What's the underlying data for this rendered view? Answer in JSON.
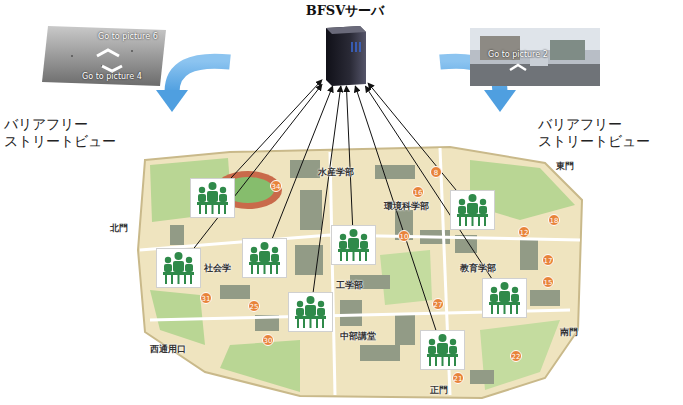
{
  "diagram": {
    "nodes": [
      {
        "text": [
          "BFSVサーバ"
        ]
      },
      {
        "text": [
          "Go to picture 6",
          "Go to picture 4"
        ]
      },
      {
        "text": [
          "Go to picture 2"
        ]
      },
      {
        "text": []
      },
      {
        "text": []
      },
      {
        "text": []
      },
      {
        "text": []
      },
      {
        "text": []
      },
      {
        "text": []
      },
      {
        "text": []
      },
      {
        "text": []
      }
    ],
    "edges": [
      {
        "from": 3,
        "to": 0,
        "arrow": "to"
      },
      {
        "from": 4,
        "to": 0,
        "arrow": "to"
      },
      {
        "from": 5,
        "to": 0,
        "arrow": "to"
      },
      {
        "from": 6,
        "to": 0,
        "arrow": "to"
      },
      {
        "from": 7,
        "to": 0,
        "arrow": "to"
      },
      {
        "from": 8,
        "to": 0,
        "arrow": "to"
      },
      {
        "from": 9,
        "to": 0,
        "arrow": "to"
      },
      {
        "from": 10,
        "to": 0,
        "arrow": "to"
      }
    ],
    "labels": [
      "バリアフリー ストリートビュー",
      "バリアフリー ストリートビュー",
      "北門",
      "水産学部",
      "東門",
      "環境科学部",
      "社会学",
      "教育学部",
      "工学部",
      "中部講堂",
      "西通用口",
      "南門",
      "正門",
      "34",
      "8",
      "16",
      "10",
      "18",
      "12",
      "17",
      "15",
      "31",
      "25",
      "30",
      "27",
      "22",
      "21"
    ]
  }
}
